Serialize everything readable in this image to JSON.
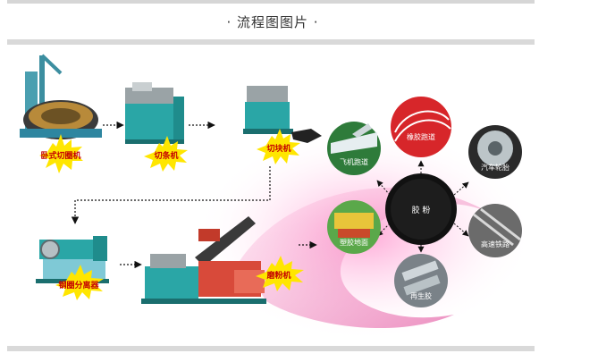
{
  "header": {
    "title": "· 流程图图片 ·"
  },
  "machines": [
    {
      "id": "m1",
      "label": "卧式切圈机"
    },
    {
      "id": "m2",
      "label": "切条机"
    },
    {
      "id": "m3",
      "label": "切块机"
    },
    {
      "id": "m4",
      "label": "钢圈分离器"
    },
    {
      "id": "m5",
      "label": "磨粉机"
    }
  ],
  "hub": {
    "center_label": "胶 粉",
    "applications": [
      {
        "id": "a1",
        "label": "飞机跑道"
      },
      {
        "id": "a2",
        "label": "橡胶跑道"
      },
      {
        "id": "a3",
        "label": "汽车轮胎"
      },
      {
        "id": "a4",
        "label": "塑胶地面"
      },
      {
        "id": "a5",
        "label": "高速铁路"
      },
      {
        "id": "a6",
        "label": "再生胶"
      }
    ]
  },
  "colors": {
    "star": "#ffe600",
    "label": "#c40000",
    "machine_teal": "#2aa6a6",
    "machine_gray": "#9aa3a6",
    "hub": "#111111"
  }
}
